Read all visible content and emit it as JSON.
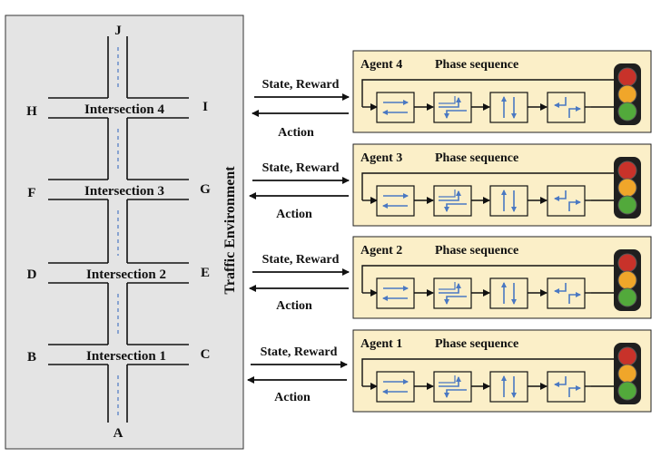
{
  "environment": {
    "title": "Traffic Environment",
    "node_labels": {
      "J": "J",
      "H": "H",
      "I": "I",
      "F": "F",
      "G": "G",
      "D": "D",
      "E": "E",
      "B": "B",
      "C": "C",
      "A": "A"
    },
    "intersections": [
      "Intersection 4",
      "Intersection 3",
      "Intersection 2",
      "Intersection 1"
    ]
  },
  "links": {
    "state_reward": "State, Reward",
    "action": "Action"
  },
  "agents": [
    {
      "name": "Agent 4",
      "phase_label": "Phase sequence"
    },
    {
      "name": "Agent 3",
      "phase_label": "Phase sequence"
    },
    {
      "name": "Agent 2",
      "phase_label": "Phase sequence"
    },
    {
      "name": "Agent 1",
      "phase_label": "Phase sequence"
    }
  ],
  "phase_icons": [
    "east-west-straight-icon",
    "turn-arrows-icon",
    "north-south-straight-icon",
    "left-turn-icon"
  ],
  "colors": {
    "env_bg": "#e4e4e4",
    "agent_bg": "#fbefc8",
    "arrow_blue": "#4a78c2",
    "light_red": "#c8322a",
    "light_yellow": "#f0a62a",
    "light_green": "#52a93b",
    "light_body": "#1f1f1f"
  }
}
